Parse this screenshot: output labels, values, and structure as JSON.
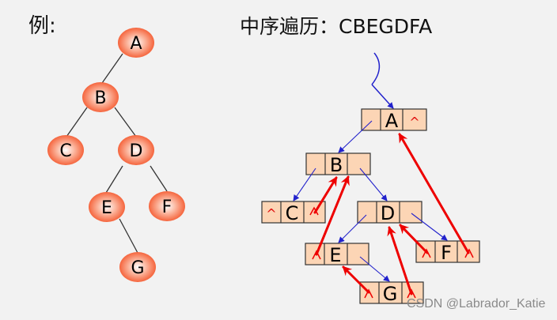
{
  "left_title": "例:",
  "right_title": "中序遍历：CBEGDFA",
  "watermark": "CSDN @Labrador_Katie",
  "colors": {
    "background": "#f2f2f2",
    "node_fill_center": "#ffffff",
    "node_fill_edge": "#f4552a",
    "cell_fill": "#fcd5b5",
    "cell_border": "#333333",
    "child_pointer": "#2222cc",
    "thread_pointer": "#ee0000",
    "null_marker": "#e01010"
  },
  "binary_tree": {
    "nodes": [
      {
        "id": "A",
        "label": "A"
      },
      {
        "id": "B",
        "label": "B"
      },
      {
        "id": "C",
        "label": "C"
      },
      {
        "id": "D",
        "label": "D"
      },
      {
        "id": "E",
        "label": "E"
      },
      {
        "id": "F",
        "label": "F"
      },
      {
        "id": "G",
        "label": "G"
      }
    ],
    "edges": [
      [
        "A",
        "B"
      ],
      [
        "B",
        "C"
      ],
      [
        "B",
        "D"
      ],
      [
        "D",
        "E"
      ],
      [
        "D",
        "F"
      ],
      [
        "E",
        "G"
      ]
    ]
  },
  "threaded_tree": {
    "null_symbol": "^",
    "nodes": [
      {
        "id": "A",
        "label": "A",
        "left": "B",
        "right": "^"
      },
      {
        "id": "B",
        "label": "B",
        "left": "C",
        "right": "D"
      },
      {
        "id": "C",
        "label": "C",
        "left": "^",
        "right": "thread→B"
      },
      {
        "id": "D",
        "label": "D",
        "left": "E",
        "right": "F"
      },
      {
        "id": "E",
        "label": "E",
        "left": "thread→B",
        "right": "G"
      },
      {
        "id": "F",
        "label": "F",
        "left": "thread→D",
        "right": "thread→A"
      },
      {
        "id": "G",
        "label": "G",
        "left": "thread→E",
        "right": "thread→D"
      }
    ],
    "inorder_sequence": [
      "C",
      "B",
      "E",
      "G",
      "D",
      "F",
      "A"
    ]
  }
}
